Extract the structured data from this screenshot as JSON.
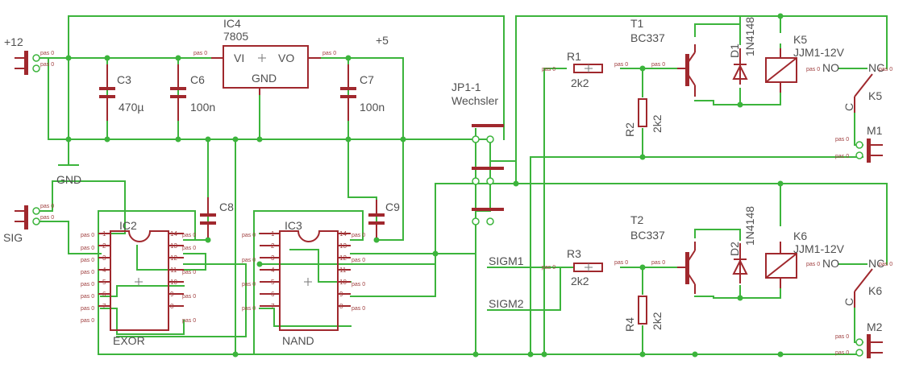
{
  "power": {
    "v12": "+12",
    "v5": "+5",
    "gnd": "GND",
    "sig": "SIG"
  },
  "regulator": {
    "name": "IC4",
    "value": "7805",
    "vi": "VI",
    "vo": "VO",
    "gnd": "GND"
  },
  "caps": {
    "c3": {
      "name": "C3",
      "value": "470µ"
    },
    "c6": {
      "name": "C6",
      "value": "100n"
    },
    "c7": {
      "name": "C7",
      "value": "100n"
    },
    "c8": {
      "name": "C8"
    },
    "c9": {
      "name": "C9"
    }
  },
  "ics": {
    "ic2": {
      "name": "IC2",
      "value": "EXOR"
    },
    "ic3": {
      "name": "IC3",
      "value": "NAND"
    }
  },
  "jumper": {
    "name": "JP1-1",
    "value": "Wechsler"
  },
  "resistors": {
    "r1": {
      "name": "R1",
      "value": "2k2"
    },
    "r2": {
      "name": "R2",
      "value": "2k2"
    },
    "r3": {
      "name": "R3",
      "value": "2k2"
    },
    "r4": {
      "name": "R4",
      "value": "2k2"
    }
  },
  "transistors": {
    "t1": {
      "name": "T1",
      "value": "BC337"
    },
    "t2": {
      "name": "T2",
      "value": "BC337"
    }
  },
  "diodes": {
    "d1": {
      "name": "D1",
      "value": "1N4148"
    },
    "d2": {
      "name": "D2",
      "value": "1N4148"
    }
  },
  "relays": {
    "k5": {
      "name": "K5",
      "value": "JJM1-12V",
      "no": "NO",
      "nc": "NC",
      "c": "C",
      "coil": "K5"
    },
    "k6": {
      "name": "K6",
      "value": "JJM1-12V",
      "no": "NO",
      "nc": "NC",
      "c": "C",
      "coil": "K6"
    }
  },
  "outputs": {
    "m1": "M1",
    "m2": "M2"
  },
  "nets": {
    "sigm1": "SIGM1",
    "sigm2": "SIGM2"
  },
  "pad_label": "pas 0",
  "pins": {
    "p1": "1",
    "p2": "2",
    "p3": "3",
    "p4": "4",
    "p5": "5",
    "p6": "6",
    "p7": "7",
    "p8": "8",
    "p9": "9",
    "p10": "10",
    "p11": "11",
    "p12": "12",
    "p13": "13",
    "p14": "14"
  },
  "colors": {
    "wire": "#3cb43c",
    "symbol": "#a0282d",
    "text": "#787878"
  }
}
